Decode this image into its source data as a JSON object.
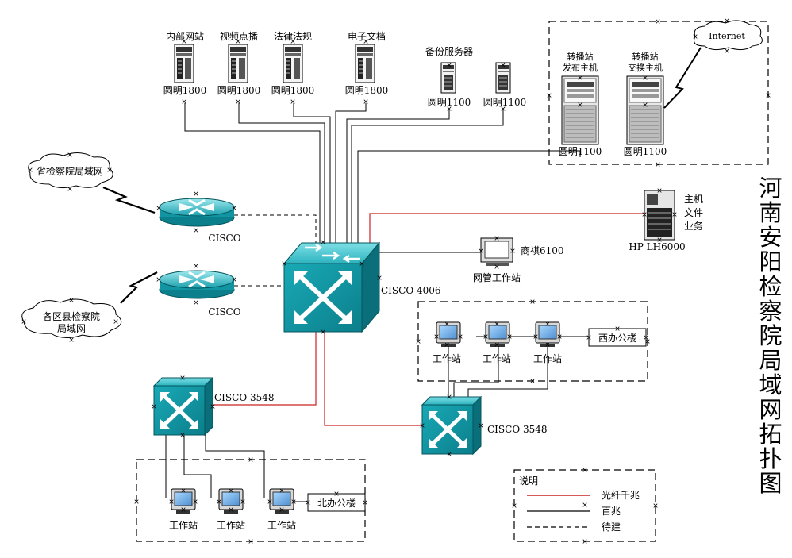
{
  "title": "河南安阳检察院局域网拓扑图",
  "colors": {
    "fiber": "#cc2222",
    "line": "#000000",
    "device_teal": "#0f9aa8",
    "device_teal_dark": "#0a6f7a",
    "device_teal_light": "#5fd0d8",
    "marker": "#3a3acc"
  },
  "servers": [
    {
      "name": "内部网站",
      "model": "圆明1800"
    },
    {
      "name": "视频点播",
      "model": "圆明1800"
    },
    {
      "name": "法律法规",
      "model": "圆明1800"
    },
    {
      "name": "电子文档",
      "model": "圆明1800"
    }
  ],
  "backup": {
    "label": "备份服务器",
    "models": [
      "圆明1100",
      "圆明1100"
    ]
  },
  "relay": {
    "internet": "Internet",
    "publish_line1": "转播站",
    "publish_line2": "发布主机",
    "exchange_line1": "转播站",
    "exchange_line2": "交换主机",
    "models": [
      "圆明1100",
      "圆明1100"
    ]
  },
  "wan": {
    "province": "省检察院局域网",
    "county_line1": "各区县检察院",
    "county_line2": "局域网",
    "router_label": "CISCO"
  },
  "core": {
    "label": "CISCO 4006"
  },
  "hp": {
    "line1": "主机",
    "line2": "文件",
    "line3": "业务",
    "model": "HP LH6000"
  },
  "mgmt": {
    "model": "商祺6100",
    "label": "网管工作站"
  },
  "west": {
    "building": "西办公楼",
    "switch": "CISCO 3548",
    "workstation": "工作站"
  },
  "north": {
    "building": "北办公楼",
    "switch": "CISCO 3548",
    "workstation": "工作站"
  },
  "legend": {
    "title": "说明",
    "fiber": "光纤千兆",
    "hundred": "百兆",
    "pending": "待建"
  }
}
